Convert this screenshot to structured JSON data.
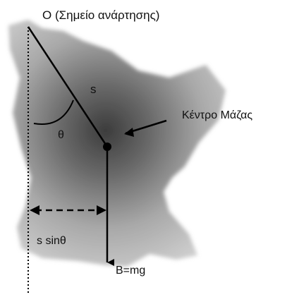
{
  "labels": {
    "pivot": "O  (Σημείο ανάρτησης)",
    "length": "s",
    "angle": "θ",
    "center_of_mass": "Κέντρο Μάζας",
    "lever_arm": "s sinθ",
    "weight": "B=mg"
  },
  "colors": {
    "body_dark": "#3c3c3c",
    "body_light": "#d6d6d6",
    "line": "#000000",
    "text": "#111111"
  }
}
